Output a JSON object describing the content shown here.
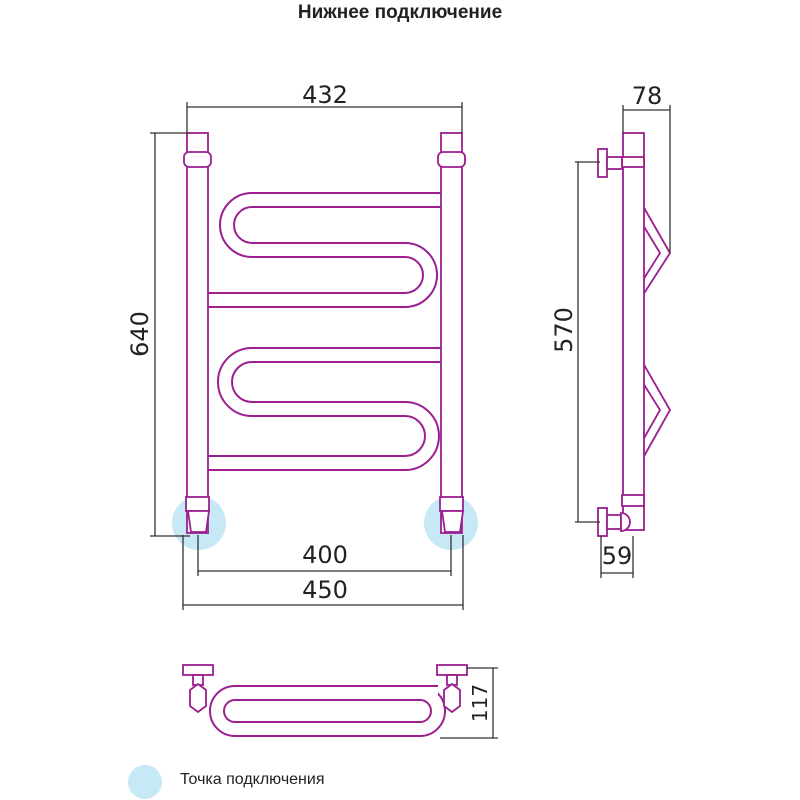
{
  "title": "Нижнее подключение",
  "dimensions": {
    "top_width": "432",
    "height": "640",
    "axis_distance": "400",
    "total_width": "450",
    "depth": "78",
    "side_height": "570",
    "wall_offset": "59",
    "top_view_depth": "117"
  },
  "legend": {
    "label": "Точка подключения"
  },
  "colors": {
    "pipe": "#9b1f8f",
    "connection": "#c7e8f5",
    "dimension": "#333333"
  }
}
